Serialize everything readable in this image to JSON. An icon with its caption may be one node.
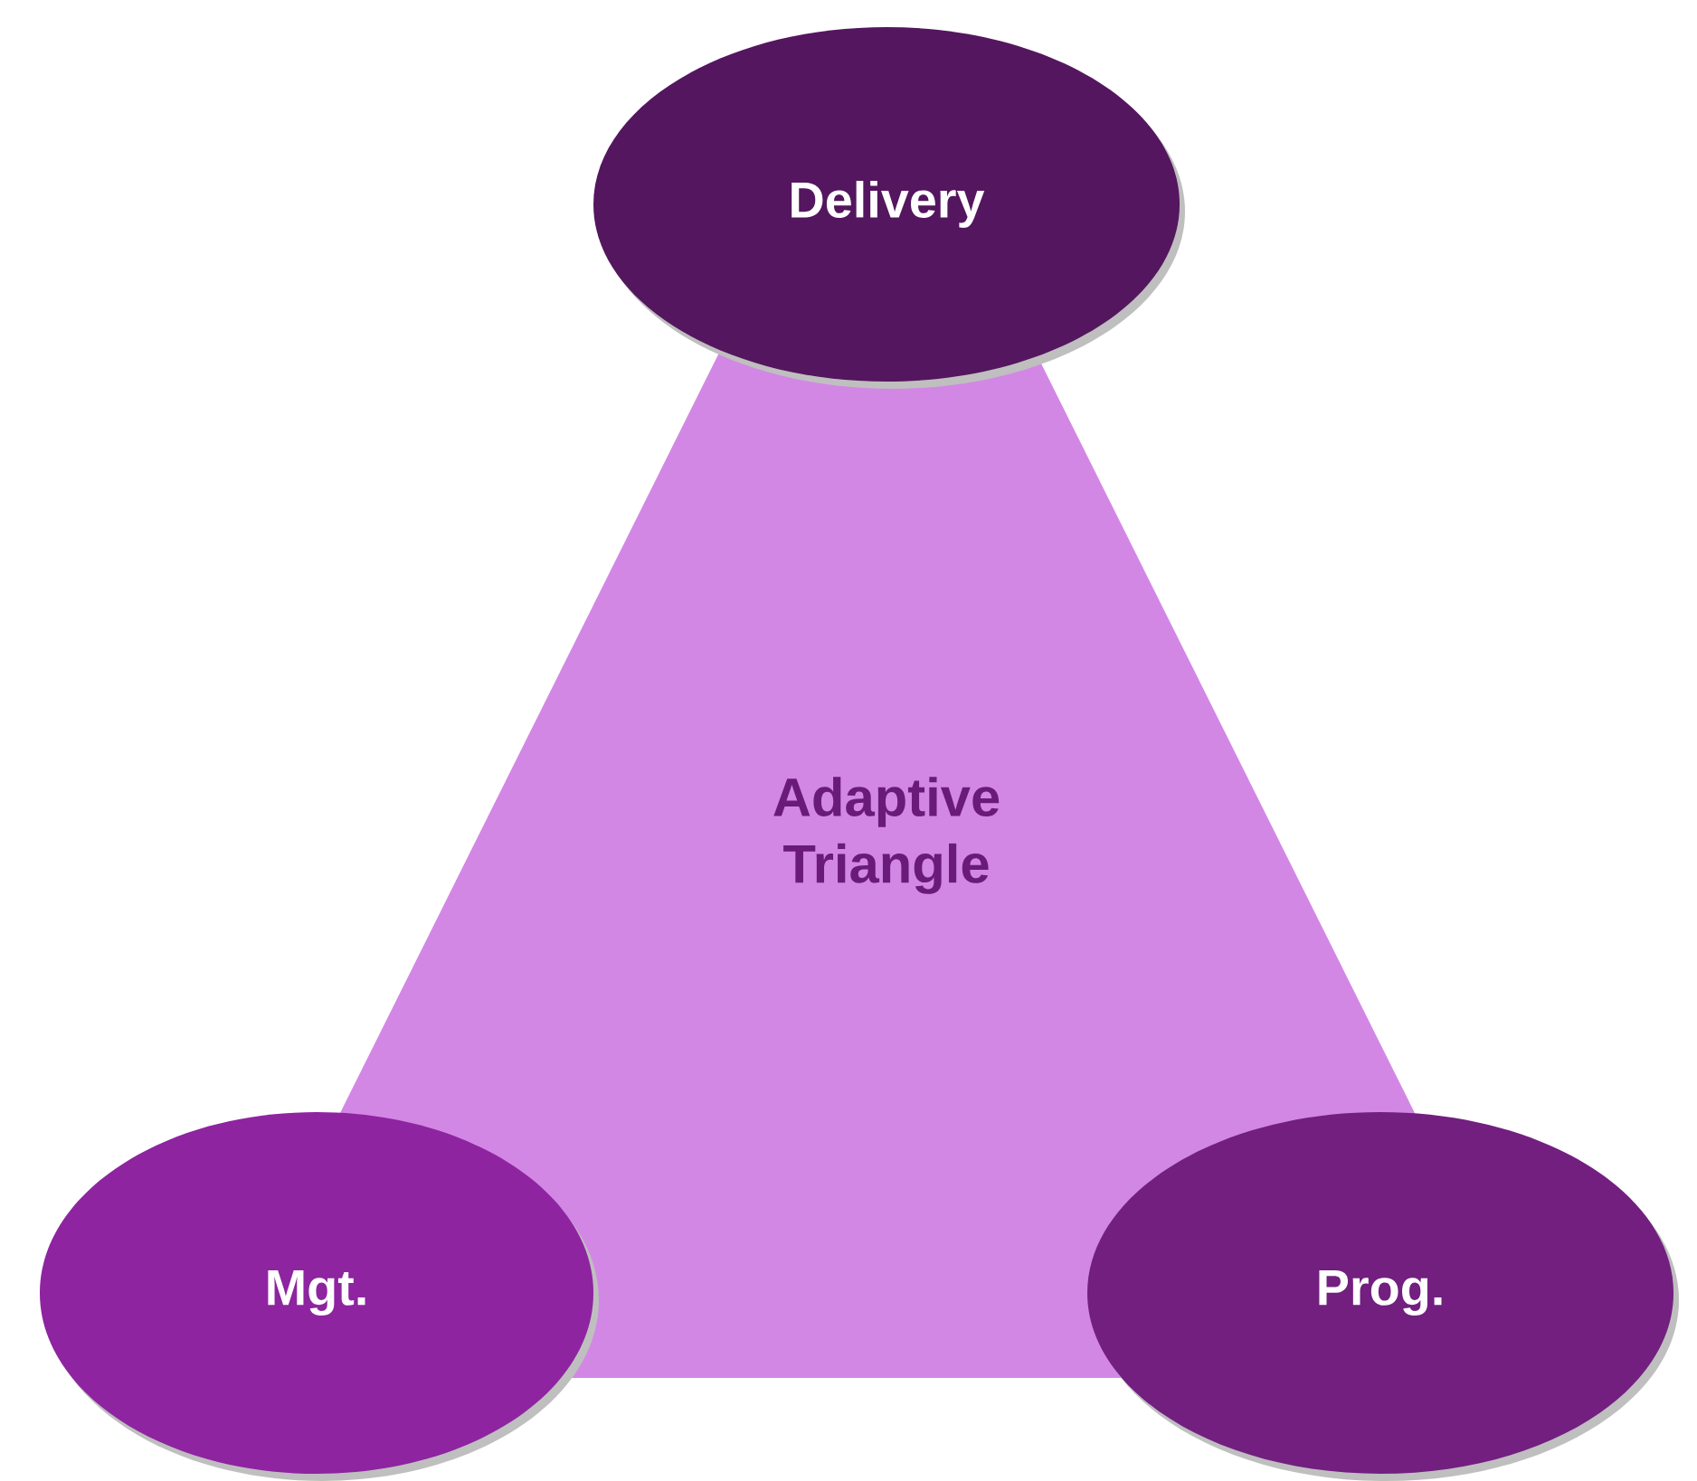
{
  "diagram": {
    "nodes": [
      {
        "text": [
          "Adaptive Triangle"
        ]
      },
      {
        "text": [
          "Delivery"
        ]
      },
      {
        "text": [
          "Mgt."
        ]
      },
      {
        "text": [
          "Prog."
        ]
      }
    ]
  }
}
